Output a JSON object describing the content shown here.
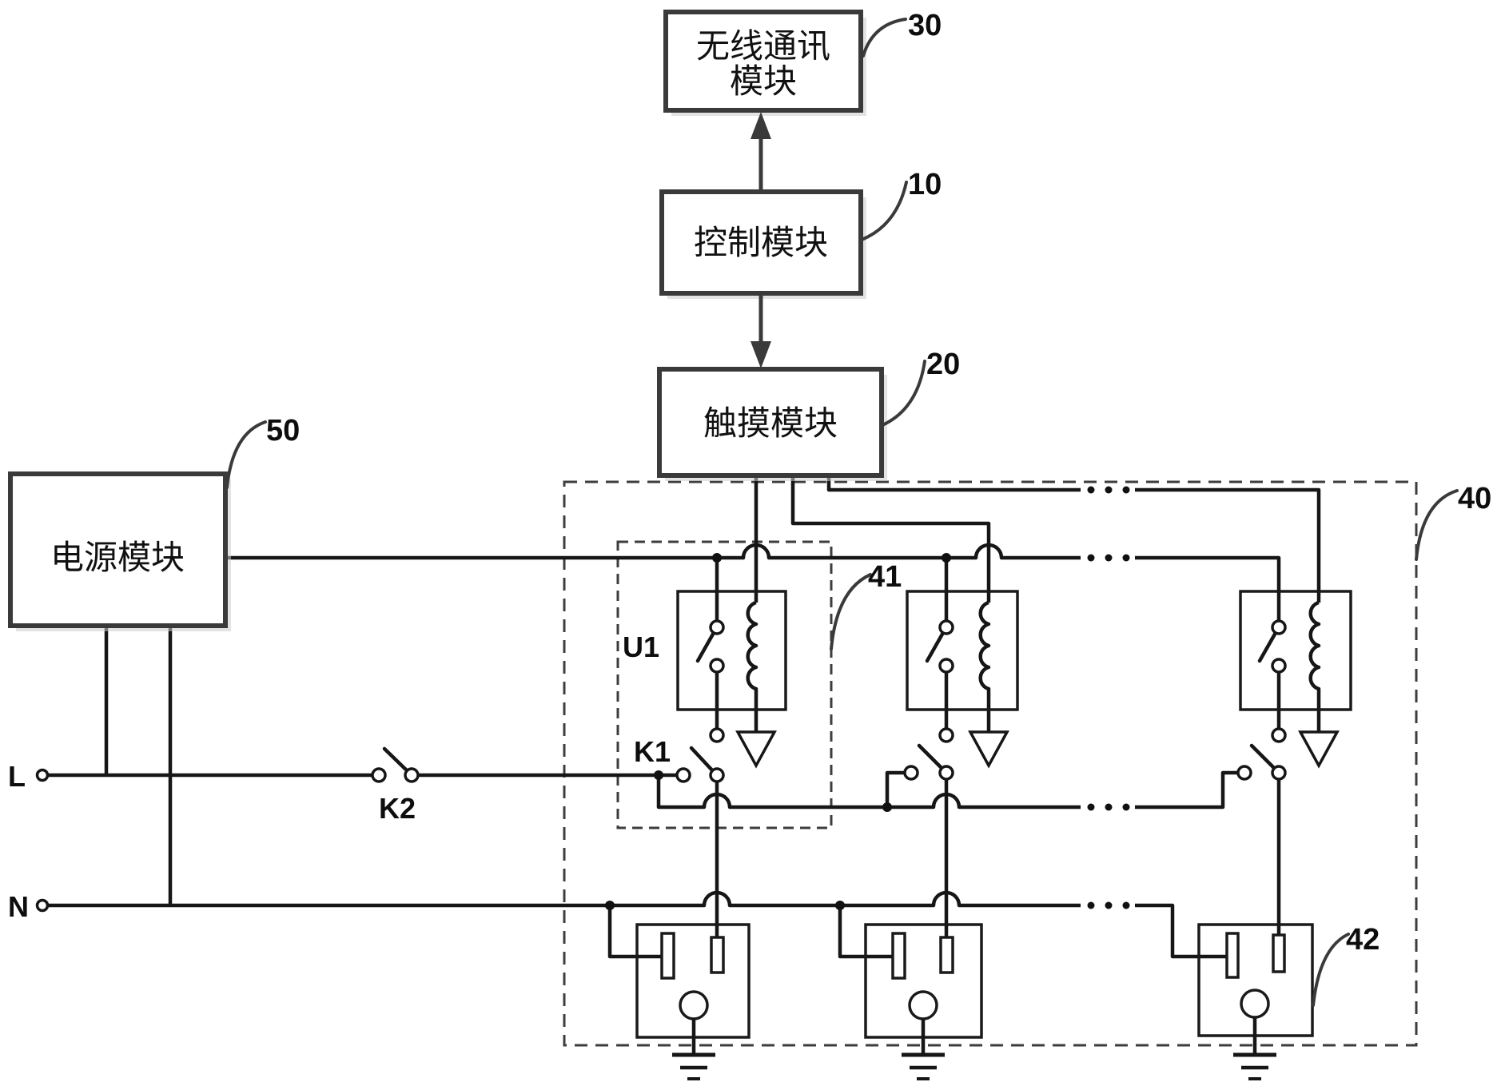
{
  "figure": {
    "modules": {
      "wireless": {
        "name_line1": "无线通讯",
        "name_line2": "模块",
        "ref": "30"
      },
      "control": {
        "name": "控制模块",
        "ref": "10"
      },
      "touch": {
        "name": "触摸模块",
        "ref": "20"
      },
      "power": {
        "name": "电源模块",
        "ref": "50"
      }
    },
    "socket_group": {
      "ref": "40"
    },
    "relay_unit": {
      "ref": "41",
      "relay_label": "U1",
      "switch_label": "K1"
    },
    "socket_unit": {
      "ref": "42"
    },
    "master_switch": {
      "label": "K2"
    },
    "lines": {
      "live": "L",
      "neutral": "N"
    }
  },
  "colors": {
    "wire": "#161616",
    "module_border": "#3a3a3a",
    "dashed_border": "#3d3d3d",
    "background": "#ffffff",
    "shadow": "#cccccc"
  }
}
